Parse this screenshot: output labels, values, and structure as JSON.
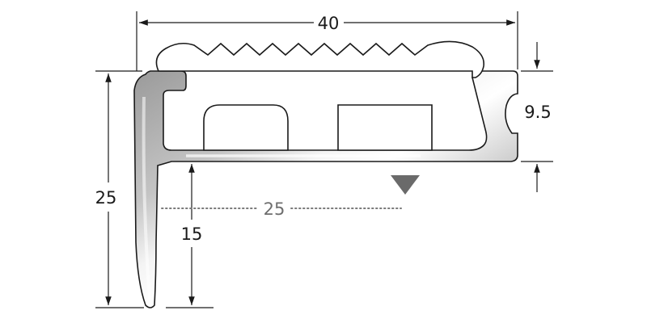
{
  "diagram": {
    "dimensions": {
      "total_width": "40",
      "total_height": "25",
      "insert_height": "9.5",
      "nosing_depth": "15",
      "tread_depth": "25"
    },
    "colors": {
      "outline": "#1a1a1a",
      "profile_dark": "#8f8f8f",
      "profile_light": "#f2f2f2",
      "insert_fill": "#ffffff",
      "dotted_line": "#7a7a7a",
      "marker": "#6a6a6a"
    },
    "icons": {
      "level_marker": "down-triangle-icon"
    }
  }
}
